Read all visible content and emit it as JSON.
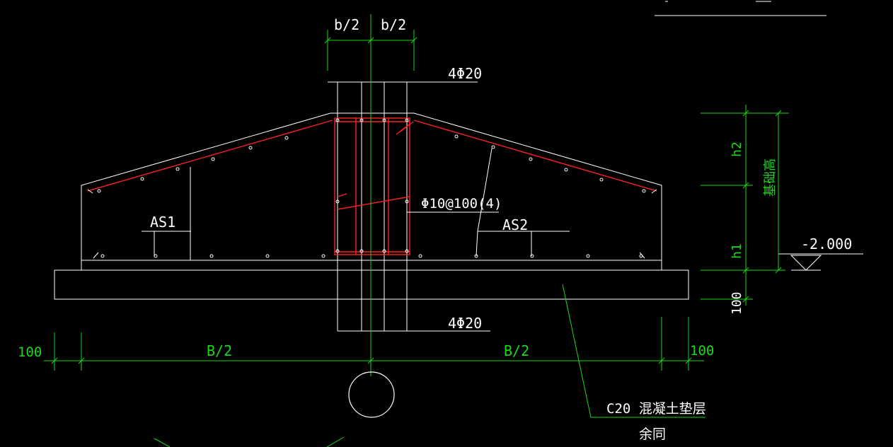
{
  "labels": {
    "half_column_left": "b/2",
    "half_column_right": "b/2",
    "top_bars": "4Φ20",
    "bottom_bars": "4Φ20",
    "stirrups": "Φ10@100(4)",
    "as1": "AS1",
    "as2": "AS2",
    "elevation": "-2.000",
    "h2": "h2",
    "h1": "h1",
    "foundation_height": "基础高",
    "pad_thickness": "100",
    "left_offset": "100",
    "right_offset": "100",
    "half_width_left": "B/2",
    "half_width_right": "B/2",
    "concrete_pad": "C20 混凝土垫层",
    "remainder_note": "余同"
  },
  "colors": {
    "background": "#000000",
    "outline": "#ffffff",
    "rebar": "#ff2020",
    "dimension": "#19d919",
    "text": "#ffffff"
  }
}
